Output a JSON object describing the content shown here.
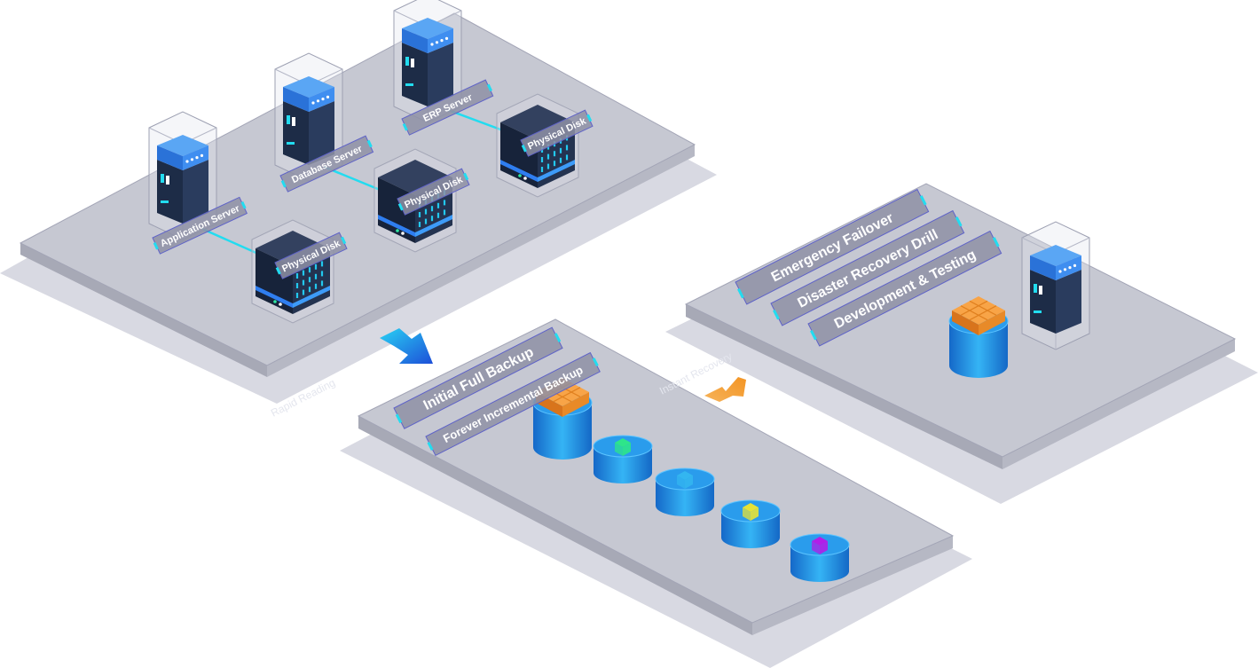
{
  "production": {
    "servers": [
      "Application Server",
      "Database Server",
      "ERP Server"
    ],
    "disks": [
      "Physical Disk",
      "Physical Disk",
      "Physical Disk"
    ]
  },
  "backup": {
    "initial_label": "Initial Full Backup",
    "incremental_label": "Forever Incremental Backup",
    "incremental_colors": [
      "#2ee58a",
      "#33b6f0",
      "#e6e236",
      "#b21ee8"
    ]
  },
  "recovery": {
    "uses": [
      "Emergency Failover",
      "Disaster Recovery Drill",
      "Development & Testing"
    ]
  },
  "flows": {
    "to_backup_caption": "Rapid Reading",
    "to_recovery_caption": "Instant Recovery",
    "to_backup_arrow_color": "#2f6fe6",
    "to_recovery_arrow_color": "#f5a52e"
  },
  "colors": {
    "platform": "#c4c6d0",
    "platform_edge": "#9799a8",
    "server_blue": "#2f7be0",
    "server_body": "#283a58",
    "link": "#22dcf0",
    "cylinder": "#1d8de0",
    "block": "#f2922e"
  }
}
